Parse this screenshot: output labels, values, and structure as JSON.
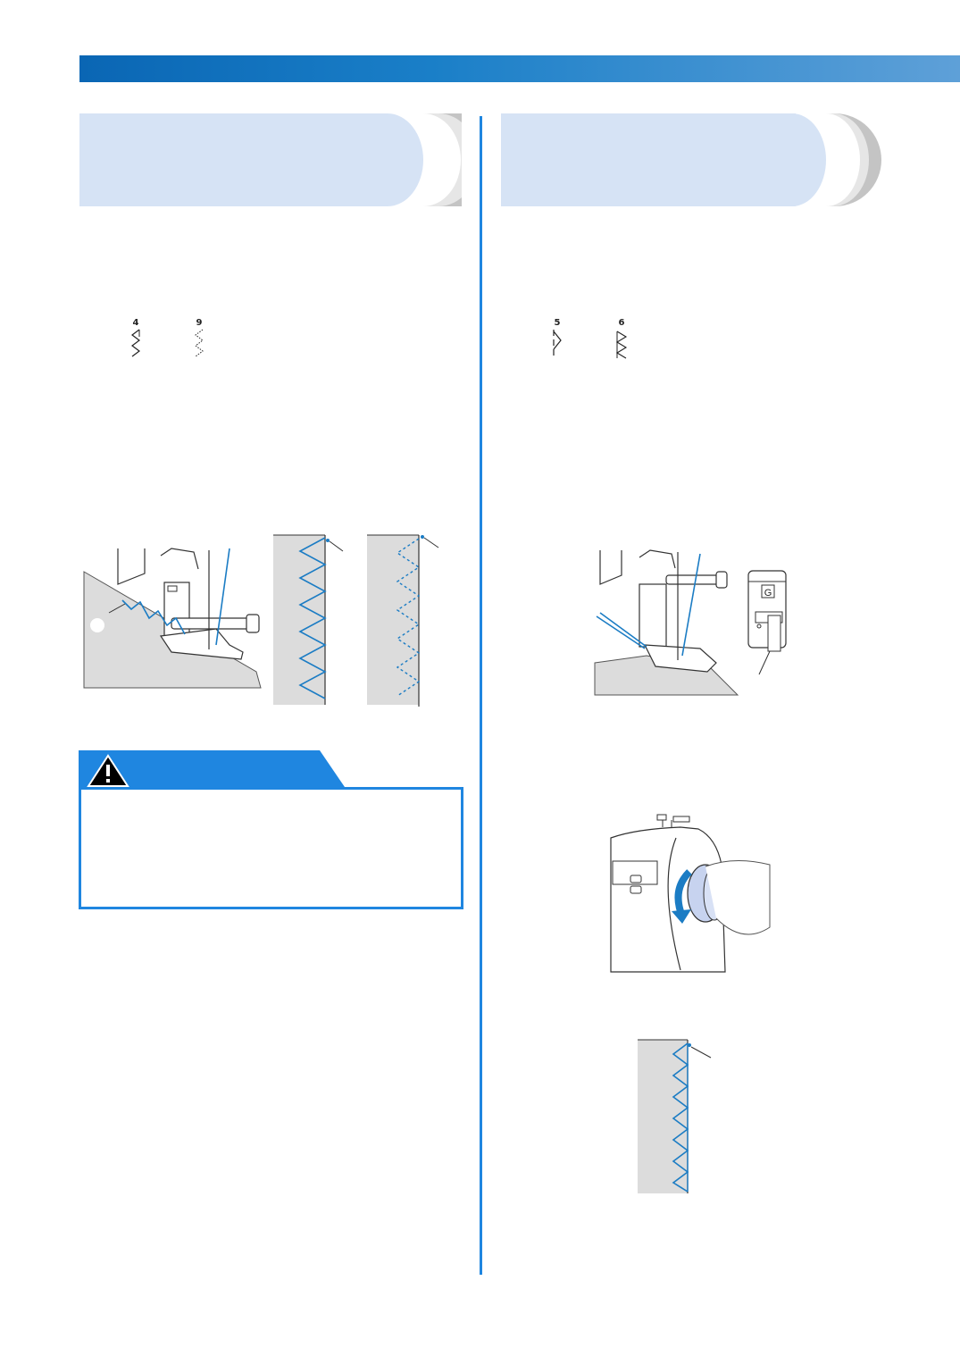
{
  "stitches_left": [
    {
      "number": "4",
      "icon": "zigzag-stitch-icon"
    },
    {
      "number": "9",
      "icon": "dotted-zigzag-stitch-icon"
    }
  ],
  "stitches_right": [
    {
      "number": "5",
      "icon": "overcasting-stitch-icon"
    },
    {
      "number": "6",
      "icon": "double-overcasting-stitch-icon"
    }
  ],
  "foot_label": "G",
  "colors": {
    "accent": "#1f86e0",
    "tab_panel": "#d6e3f5",
    "tab_shadow": "#c4c4c4",
    "fabric": "#dcdcdc",
    "thread": "#1b7cc4"
  },
  "warning_icon": "warning-triangle-icon"
}
